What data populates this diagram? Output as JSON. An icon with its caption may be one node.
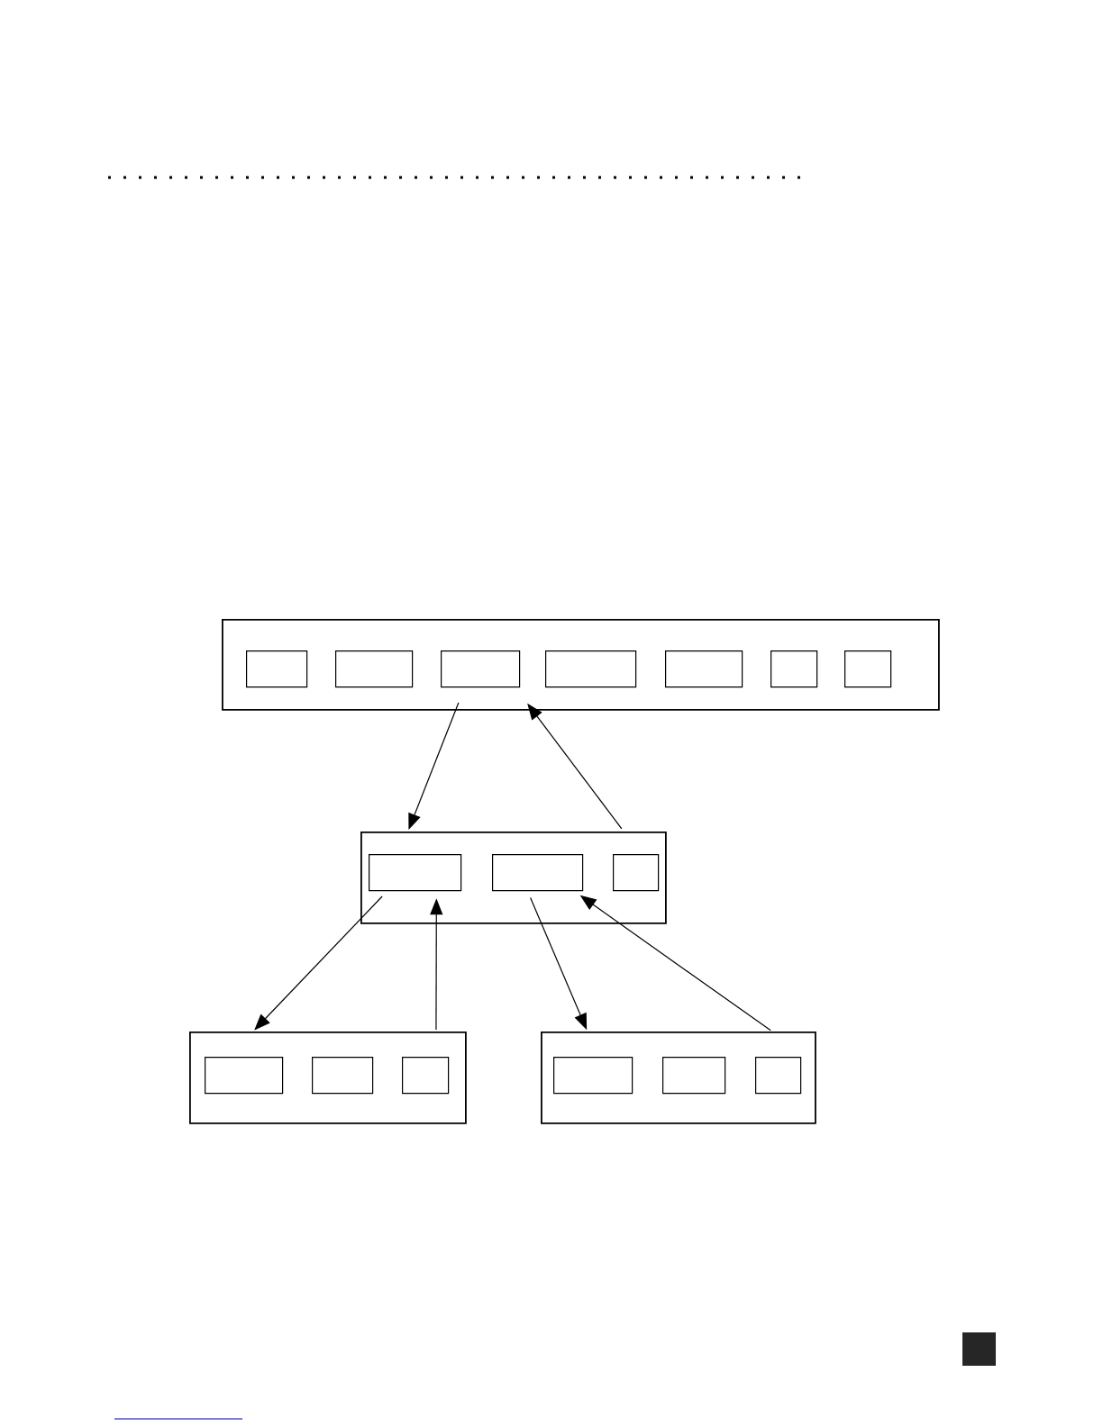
{
  "diagram": {
    "nodes": [
      {
        "text": [],
        "shape": "box"
      },
      {
        "text": [],
        "shape": "box",
        "in": 0
      },
      {
        "text": [],
        "shape": "box",
        "in": 0
      },
      {
        "text": [],
        "shape": "box",
        "in": 0
      },
      {
        "text": [],
        "shape": "box",
        "in": 0
      },
      {
        "text": [],
        "shape": "box",
        "in": 0
      },
      {
        "text": [],
        "shape": "box",
        "in": 0
      },
      {
        "text": [],
        "shape": "box",
        "in": 0
      },
      {
        "text": [],
        "shape": "box"
      },
      {
        "text": [],
        "shape": "box",
        "in": 8
      },
      {
        "text": [],
        "shape": "box",
        "in": 8
      },
      {
        "text": [],
        "shape": "box",
        "in": 8
      },
      {
        "text": [],
        "shape": "box"
      },
      {
        "text": [],
        "shape": "box",
        "in": 12
      },
      {
        "text": [],
        "shape": "box",
        "in": 12
      },
      {
        "text": [],
        "shape": "box",
        "in": 12
      },
      {
        "text": [],
        "shape": "box"
      },
      {
        "text": [],
        "shape": "box",
        "in": 16
      },
      {
        "text": [],
        "shape": "box",
        "in": 16
      },
      {
        "text": [],
        "shape": "box",
        "in": 16
      }
    ],
    "edges": [
      {
        "from": 3,
        "to": 8,
        "arrow": "to"
      },
      {
        "from": 8,
        "to": 3,
        "arrow": "to"
      },
      {
        "from": 9,
        "to": 12,
        "arrow": "to"
      },
      {
        "from": 12,
        "to": 9,
        "arrow": "to"
      },
      {
        "from": 10,
        "to": 16,
        "arrow": "to"
      },
      {
        "from": 16,
        "to": 10,
        "arrow": "to"
      }
    ]
  }
}
